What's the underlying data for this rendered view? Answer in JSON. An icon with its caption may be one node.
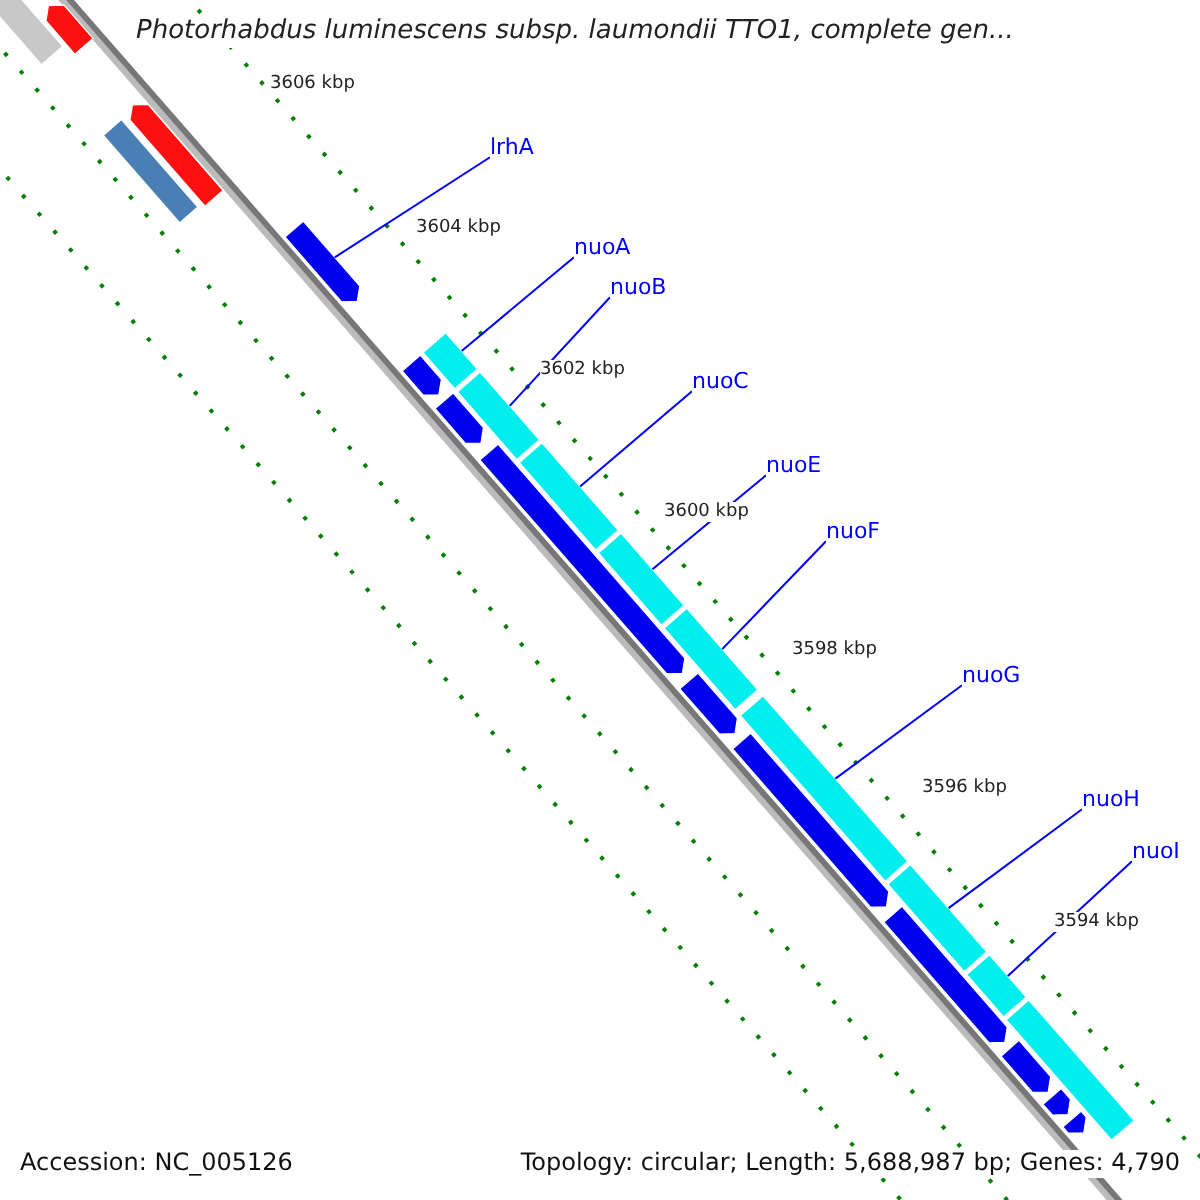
{
  "diagram": {
    "title": "Photorhabdus luminescens subsp. laumondii TTO1, complete gen...",
    "nodes": [
      {
        "text": [
          "lrhA"
        ]
      },
      {
        "text": [
          "nuoA"
        ]
      },
      {
        "text": [
          "nuoB"
        ]
      },
      {
        "text": [
          "nuoC"
        ]
      },
      {
        "text": [
          "nuoE"
        ]
      },
      {
        "text": [
          "nuoF"
        ]
      },
      {
        "text": [
          "nuoG"
        ]
      },
      {
        "text": [
          "nuoH"
        ]
      },
      {
        "text": [
          "nuoI"
        ]
      },
      {
        "text": [],
        "shape": "bar"
      },
      {
        "text": [],
        "shape": "bar"
      },
      {
        "text": [],
        "shape": "bar"
      },
      {
        "text": [],
        "shape": "bar"
      },
      {
        "text": [],
        "shape": "bar"
      },
      {
        "text": [],
        "shape": "bar"
      },
      {
        "text": [],
        "shape": "bar"
      },
      {
        "text": [],
        "shape": "bar"
      },
      {
        "text": [],
        "shape": "bar"
      },
      {
        "text": [],
        "shape": "bar"
      },
      {
        "text": [],
        "shape": "bar"
      },
      {
        "text": [],
        "shape": "bar"
      },
      {
        "text": [],
        "shape": "bar"
      },
      {
        "text": [],
        "shape": "bar"
      },
      {
        "text": [],
        "shape": "bar"
      },
      {
        "text": [],
        "shape": "bar"
      },
      {
        "text": [],
        "shape": "bar"
      },
      {
        "text": [],
        "shape": "bar"
      },
      {
        "text": [],
        "shape": "bar"
      },
      {
        "text": [],
        "shape": "bar"
      },
      {
        "text": [],
        "shape": "bar"
      },
      {
        "text": [],
        "shape": "bar"
      },
      {
        "text": [],
        "shape": "bar"
      }
    ],
    "edges": [
      {
        "from": 0,
        "to": 13,
        "arrow": "none"
      },
      {
        "from": 1,
        "to": 14,
        "arrow": "none"
      },
      {
        "from": 2,
        "to": 16,
        "arrow": "none"
      },
      {
        "from": 3,
        "to": 18,
        "arrow": "none"
      },
      {
        "from": 4,
        "to": 20,
        "arrow": "none"
      },
      {
        "from": 5,
        "to": 21,
        "arrow": "none"
      },
      {
        "from": 6,
        "to": 23,
        "arrow": "none"
      },
      {
        "from": 7,
        "to": 25,
        "arrow": "none"
      },
      {
        "from": 8,
        "to": 27,
        "arrow": "none"
      }
    ],
    "labels": [
      "3606 kbp",
      "3604 kbp",
      "3602 kbp",
      "3600 kbp",
      "3598 kbp",
      "3596 kbp",
      "3594 kbp",
      "Accession: NC_005126",
      "Topology: circular; Length: 5,688,987 bp; Genes: 4,790"
    ]
  }
}
